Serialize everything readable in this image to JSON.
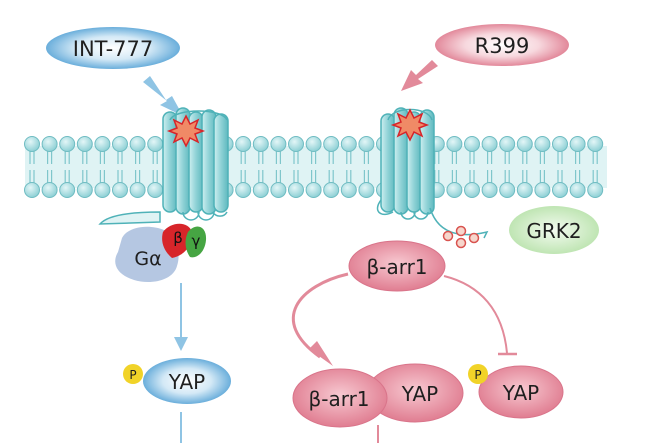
{
  "ligands": {
    "left": "INT-777",
    "right": "R399"
  },
  "proteins": {
    "galpha": "Gα",
    "beta": "β",
    "gamma": "γ",
    "grk2": "GRK2",
    "barr_top": "β-arr1",
    "barr_complex": "β-arr1",
    "yap_complex": "YAP",
    "yap_left": "YAP",
    "yap_right": "YAP",
    "phospho_left": "P",
    "phospho_right": "P"
  },
  "colors": {
    "blue_pathway": "#8fc4e4",
    "pink_pathway": "#e28a9a",
    "membrane": "#a9dde0",
    "grk2_fill": "#d7efcf",
    "galpha_fill": "#b5c7e2",
    "beta_fill": "#d7252a",
    "gamma_fill": "#46a543",
    "phospho_fill": "#f1d328"
  }
}
